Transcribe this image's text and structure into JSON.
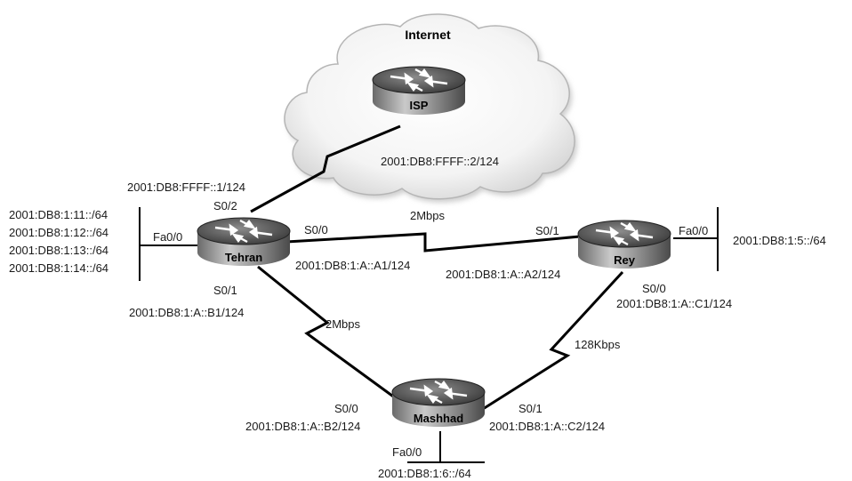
{
  "cloud": {
    "title": "Internet"
  },
  "routers": {
    "isp": "ISP",
    "tehran": "Tehran",
    "rey": "Rey",
    "mashhad": "Mashhad"
  },
  "links": {
    "isp_tehran": {
      "isp_addr": "2001:DB8:FFFF::2/124",
      "tehran_addr": "2001:DB8:FFFF::1/124",
      "tehran_if": "S0/2"
    },
    "tehran_rey": {
      "bandwidth": "2Mbps",
      "tehran_if": "S0/0",
      "tehran_addr": "2001:DB8:1:A::A1/124",
      "rey_if": "S0/1",
      "rey_addr": "2001:DB8:1:A::A2/124"
    },
    "tehran_mashhad": {
      "bandwidth": "2Mbps",
      "tehran_if": "S0/1",
      "tehran_addr": "2001:DB8:1:A::B1/124",
      "mashhad_if": "S0/0",
      "mashhad_addr": "2001:DB8:1:A::B2/124"
    },
    "rey_mashhad": {
      "bandwidth": "128Kbps",
      "rey_if": "S0/0",
      "rey_addr": "2001:DB8:1:A::C1/124",
      "mashhad_if": "S0/1",
      "mashhad_addr": "2001:DB8:1:A::C2/124"
    }
  },
  "lans": {
    "tehran": {
      "interface": "Fa0/0",
      "networks": [
        "2001:DB8:1:11::/64",
        "2001:DB8:1:12::/64",
        "2001:DB8:1:13::/64",
        "2001:DB8:1:14::/64"
      ]
    },
    "rey": {
      "interface": "Fa0/0",
      "network": "2001:DB8:1:5::/64"
    },
    "mashhad": {
      "interface": "Fa0/0",
      "network": "2001:DB8:1:6::/64"
    }
  }
}
